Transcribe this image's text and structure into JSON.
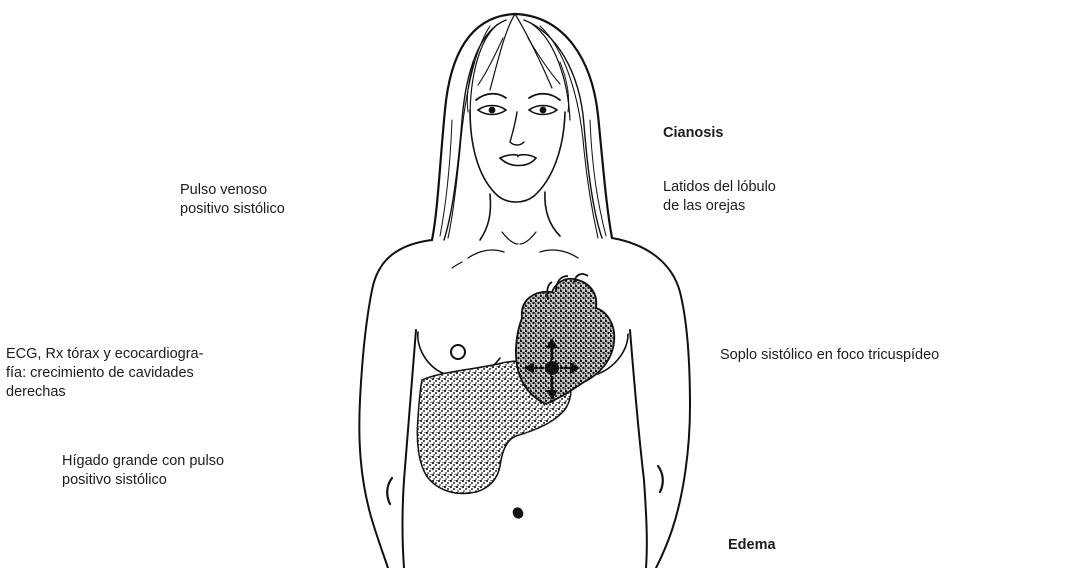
{
  "labels": {
    "cyanosis": "Cianosis",
    "ear_lobe_1": "Latidos del lóbulo",
    "ear_lobe_2": "de las orejas",
    "venous_pulse_1": "Pulso venoso",
    "venous_pulse_2": "positivo sistólico",
    "ecg_1": "ECG, Rx tórax y ecocardiogra-",
    "ecg_2": "fía: crecimiento de cavidades",
    "ecg_3": "derechas",
    "murmur": "Soplo sistólico en foco tricuspídeo",
    "liver_1": "Hígado grande con pulso",
    "liver_2": "positivo sistólico",
    "edema": "Edema"
  }
}
